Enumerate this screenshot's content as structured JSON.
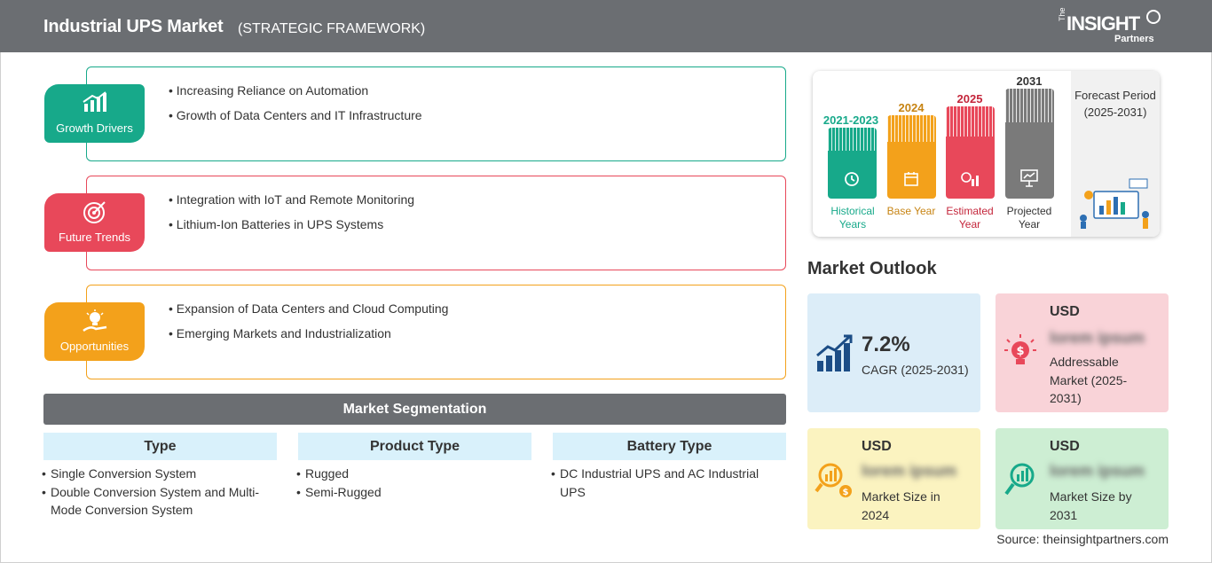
{
  "header": {
    "title": "Industrial UPS Market",
    "subtitle": "(STRATEGIC FRAMEWORK)",
    "logo": {
      "the": "The",
      "insight": "INSIGHT",
      "partners": "Partners"
    }
  },
  "framework": [
    {
      "label": "Growth Drivers",
      "color": "#17a98a",
      "icon": "bar-chart-icon",
      "items": [
        "Increasing Reliance on Automation",
        "Growth of Data Centers and IT Infrastructure"
      ]
    },
    {
      "label": "Future Trends",
      "color": "#e8485a",
      "icon": "target-icon",
      "items": [
        "Integration with IoT and Remote Monitoring",
        "Lithium-Ion Batteries in UPS Systems"
      ]
    },
    {
      "label": "Opportunities",
      "color": "#f3a11b",
      "icon": "lightbulb-hand-icon",
      "items": [
        "Expansion of Data Centers and Cloud Computing",
        "Emerging Markets and Industrialization"
      ]
    }
  ],
  "segmentation": {
    "title": "Market Segmentation",
    "columns": [
      {
        "heading": "Type",
        "items": [
          "Single Conversion System",
          "Double Conversion System and Multi-Mode Conversion System"
        ]
      },
      {
        "heading": "Product Type",
        "items": [
          "Rugged",
          "Semi-Rugged"
        ]
      },
      {
        "heading": "Battery Type",
        "items": [
          "DC Industrial UPS and AC Industrial UPS"
        ]
      }
    ]
  },
  "timeline": {
    "bars": [
      {
        "year": "2021-2023",
        "caption": "Historical Years",
        "color": "#17a98a",
        "icon": "history-icon"
      },
      {
        "year": "2024",
        "caption": "Base Year",
        "color": "#f3a11b",
        "icon": "calendar-icon"
      },
      {
        "year": "2025",
        "caption": "Estimated Year",
        "color": "#e8485a",
        "icon": "gear-chart-icon"
      },
      {
        "year": "2031",
        "caption": "Projected Year",
        "color": "#7a7a7a",
        "icon": "presentation-icon"
      }
    ],
    "forecast_label": "Forecast Period",
    "forecast_range": "(2025-2031)"
  },
  "outlook": {
    "title": "Market Outlook",
    "cards": [
      {
        "id": "cagr",
        "value": "7.2%",
        "desc": "CAGR (2025-2031)",
        "bg": "#dcedf8",
        "icon": "growth-chart-icon"
      },
      {
        "id": "addressable",
        "usd": "USD",
        "value": "lorem ipsum",
        "desc": "Addressable Market (2025-2031)",
        "bg": "#f9d3d8",
        "icon": "idea-dollar-icon"
      },
      {
        "id": "size2024",
        "usd": "USD",
        "value": "lorem ipsum",
        "desc": "Market Size in 2024",
        "bg": "#fbf3c0",
        "icon": "magnifier-dollar-icon"
      },
      {
        "id": "size2031",
        "usd": "USD",
        "value": "lorem ipsum",
        "desc": "Market Size by 2031",
        "bg": "#cdeed3",
        "icon": "magnifier-chart-icon"
      }
    ]
  },
  "source": "Source: theinsightpartners.com"
}
